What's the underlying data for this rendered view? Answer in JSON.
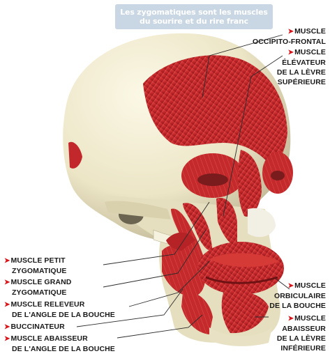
{
  "banner": {
    "line1": "Les zygomatiques sont les muscles",
    "line2": "du sourire et du rire franc"
  },
  "colors": {
    "muscle": "#c2272b",
    "bone": "#eee9cf",
    "arrow": "#d7141a",
    "banner_bg": "#c9d6e3"
  },
  "labels": {
    "occipito": [
      "MUSCLE",
      "OCCIPITO-FRONTAL"
    ],
    "elevateur": [
      "MUSCLE",
      "ÉLÉVATEUR",
      "DE LA LÈVRE",
      "SUPÉRIEURE"
    ],
    "petit_zygo": [
      "MUSCLE PETIT",
      "ZYGOMATIQUE"
    ],
    "grand_zygo": [
      "MUSCLE GRAND",
      "ZYGOMATIQUE"
    ],
    "releveur": [
      "MUSCLE RELEVEUR",
      "DE L'ANGLE DE LA BOUCHE"
    ],
    "buccinateur": [
      "BUCCINATEUR"
    ],
    "abaisseur_angle": [
      "MUSCLE ABAISSEUR",
      "DE L'ANGLE DE LA BOUCHE"
    ],
    "orbiculaire": [
      "MUSCLE",
      "ORBICULAIRE",
      "DE LA BOUCHE"
    ],
    "abaisseur_levre": [
      "MUSCLE",
      "ABAISSEUR",
      "DE LA LÈVRE",
      "INFÉRIEURE"
    ]
  },
  "arrow_glyph": "➤"
}
